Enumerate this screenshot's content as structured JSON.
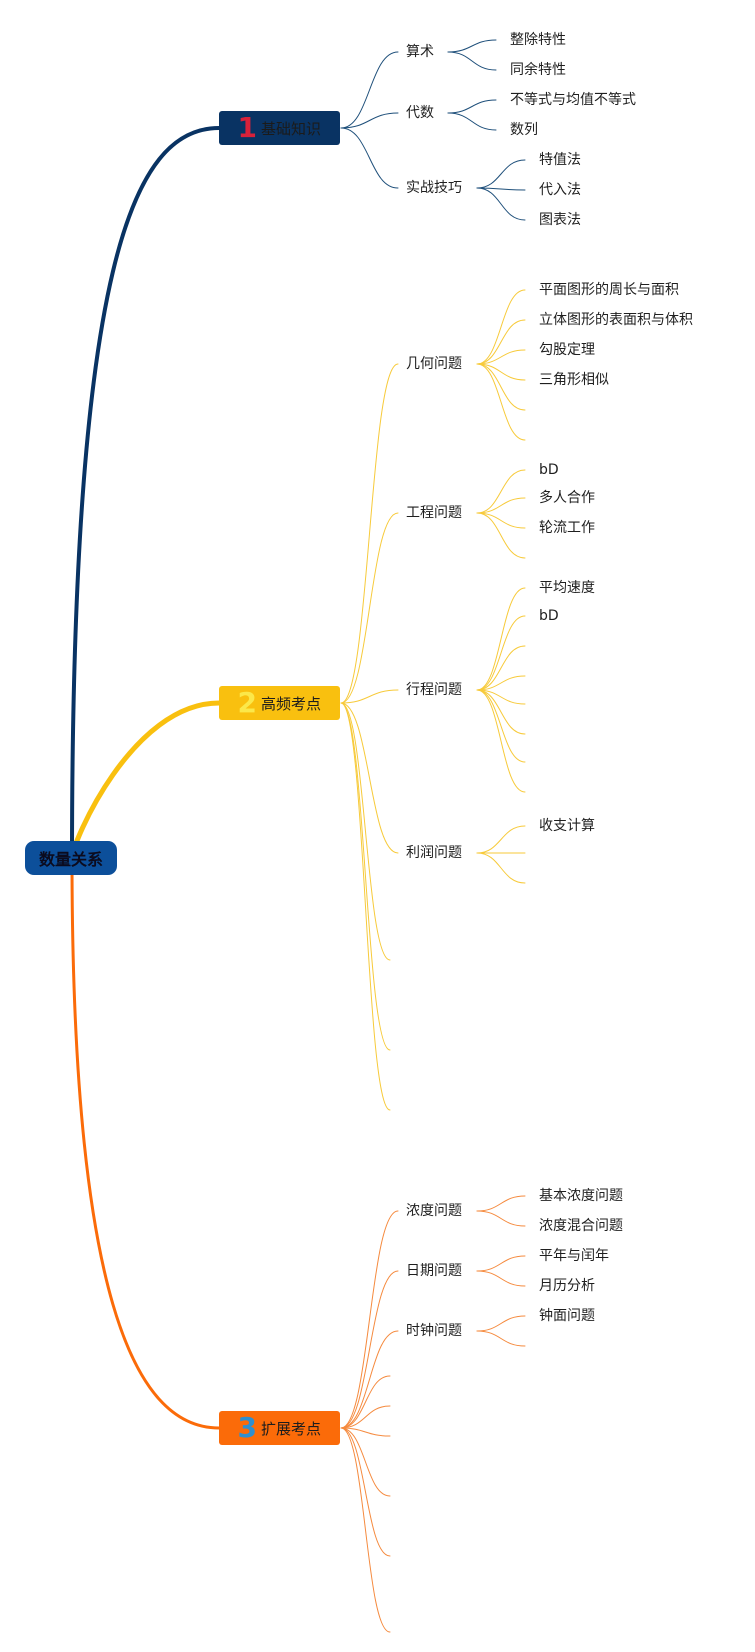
{
  "root": {
    "label": "数量关系",
    "color": "#0c4f9a"
  },
  "branches": [
    {
      "num": "1",
      "label": "基础知识",
      "color": "#093363",
      "num_color": "#d8213a",
      "children": [
        {
          "label": "算术",
          "children": [
            "整除特性",
            "同余特性"
          ]
        },
        {
          "label": "代数",
          "children": [
            "不等式与均值不等式",
            "数列"
          ]
        },
        {
          "label": "实战技巧",
          "children": [
            "特值法",
            "代入法",
            "图表法"
          ]
        }
      ]
    },
    {
      "num": "2",
      "label": "高频考点",
      "color": "#f9c00f",
      "num_color": "#fbe84a",
      "children": [
        {
          "label": "几何问题",
          "children": [
            "平面图形的周长与面积",
            "立体图形的表面积与体积",
            "勾股定理",
            "三角形相似",
            "",
            ""
          ]
        },
        {
          "label": "工程问题",
          "children": [
            "bD",
            "多人合作",
            "轮流工作",
            ""
          ]
        },
        {
          "label": "行程问题",
          "children": [
            "平均速度",
            "bD",
            "",
            "",
            "",
            "",
            "",
            ""
          ]
        },
        {
          "label": "利润问题",
          "children": [
            "收支计算",
            "",
            ""
          ]
        },
        {
          "label": "",
          "children": []
        },
        {
          "label": "",
          "children": []
        },
        {
          "label": "",
          "children": []
        }
      ]
    },
    {
      "num": "3",
      "label": "扩展考点",
      "color": "#fb6b09",
      "num_color": "#2f8fcf",
      "children": [
        {
          "label": "浓度问题",
          "children": [
            "基本浓度问题",
            "浓度混合问题"
          ]
        },
        {
          "label": "日期问题",
          "children": [
            "平年与闰年",
            "月历分析"
          ]
        },
        {
          "label": "时钟问题",
          "children": [
            "钟面问题",
            ""
          ]
        },
        {
          "label": "",
          "children": []
        },
        {
          "label": "",
          "children": []
        },
        {
          "label": "",
          "children": []
        },
        {
          "label": "",
          "children": []
        },
        {
          "label": "",
          "children": []
        },
        {
          "label": "",
          "children": []
        }
      ]
    }
  ]
}
